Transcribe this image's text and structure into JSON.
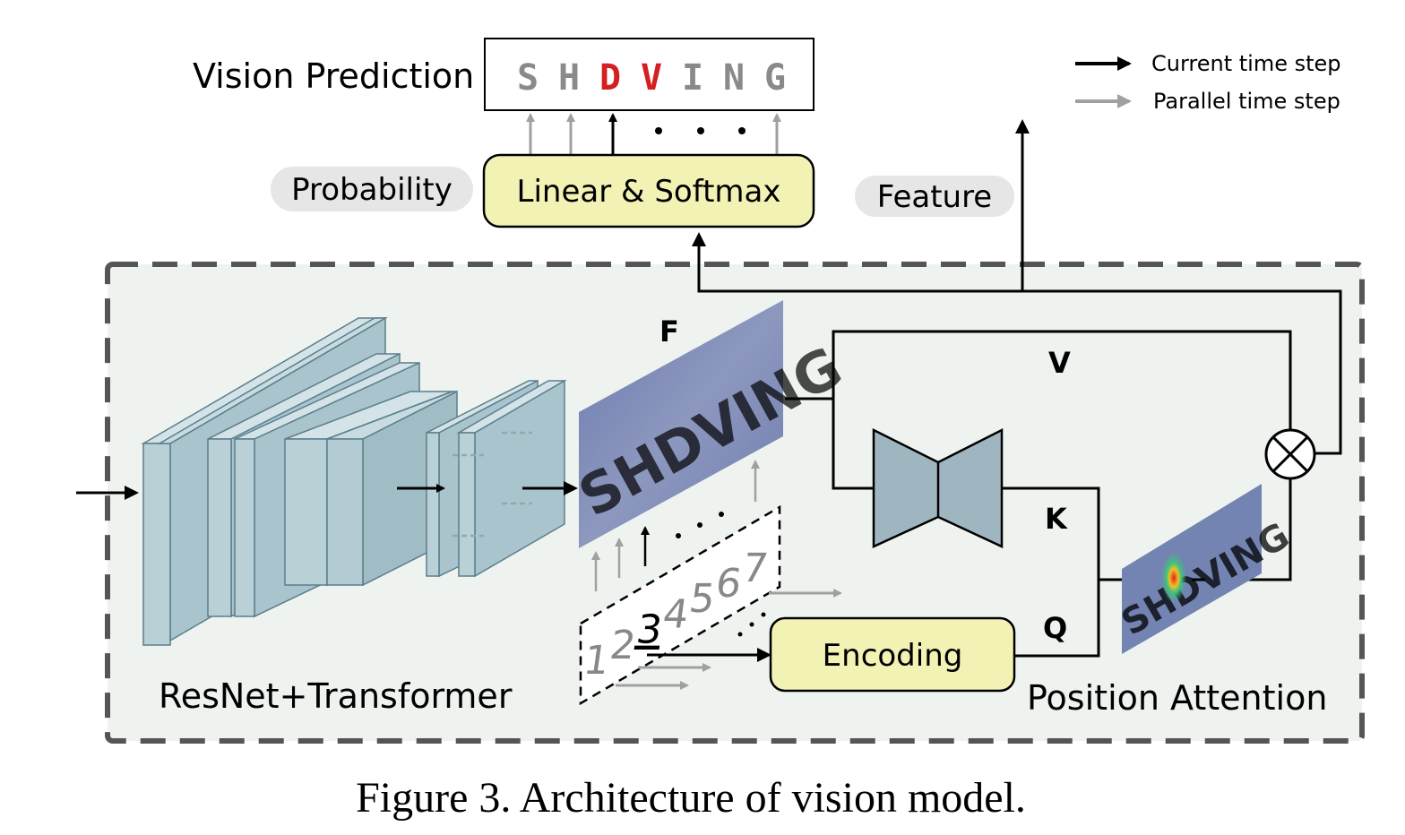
{
  "vision_prediction": {
    "label": "Vision Prediction",
    "chars": [
      "S",
      "H",
      "D",
      "V",
      "I",
      "N",
      "G"
    ],
    "char_colors": [
      "#8a8a8a",
      "#8a8a8a",
      "#d42020",
      "#d42020",
      "#8a8a8a",
      "#8a8a8a",
      "#8a8a8a"
    ]
  },
  "legend": {
    "current": "Current time step",
    "parallel": "Parallel time step"
  },
  "pills": {
    "probability": "Probability",
    "feature": "Feature"
  },
  "blocks": {
    "linear_softmax": "Linear & Softmax",
    "encoding": "Encoding",
    "resnet": "ResNet+Transformer",
    "position_attention": "Position Attention"
  },
  "feature_map": {
    "label": "F",
    "text": "SHDVING"
  },
  "attention_map_text": "SHDVING",
  "keys": {
    "v": "V",
    "k": "K",
    "q": "Q"
  },
  "position_digits": [
    "1",
    "2",
    "3",
    "4",
    "5",
    "6",
    "7"
  ],
  "caption": "Figure 3. Architecture of vision model.",
  "colors": {
    "block_fill": "#f2f2b4",
    "pill_fill": "#e6e6e6",
    "panel_fill": "#eef3ef",
    "layer_fill": "#b9d0d7",
    "feature_map": "#7e8ab5",
    "highlight_red": "#d42020",
    "gray_arrow": "#a0a0a0"
  },
  "icons": [
    "cross-multiply-icon",
    "encoder-decoder-icon"
  ]
}
